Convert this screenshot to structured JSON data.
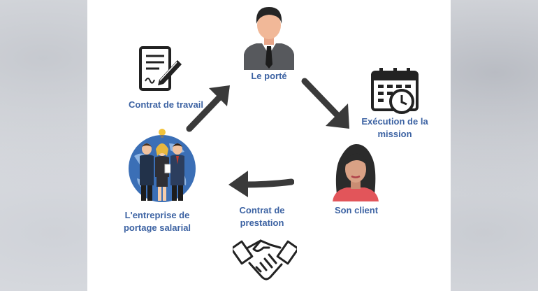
{
  "nodes": {
    "porte": "Le porté",
    "contrat_travail": "Contrat de travail",
    "execution": "Exécution de la\nmission",
    "client": "Son client",
    "contrat_prestation": "Contrat de\nprestation",
    "entreprise": "L'entreprise de\nportage salarial"
  },
  "colors": {
    "label": "#3d63a3",
    "arrow": "#3a3a3a"
  },
  "icons": [
    "businessman-icon",
    "contract-icon",
    "calendar-clock-icon",
    "woman-avatar-icon",
    "handshake-icon",
    "team-globe-icon"
  ]
}
